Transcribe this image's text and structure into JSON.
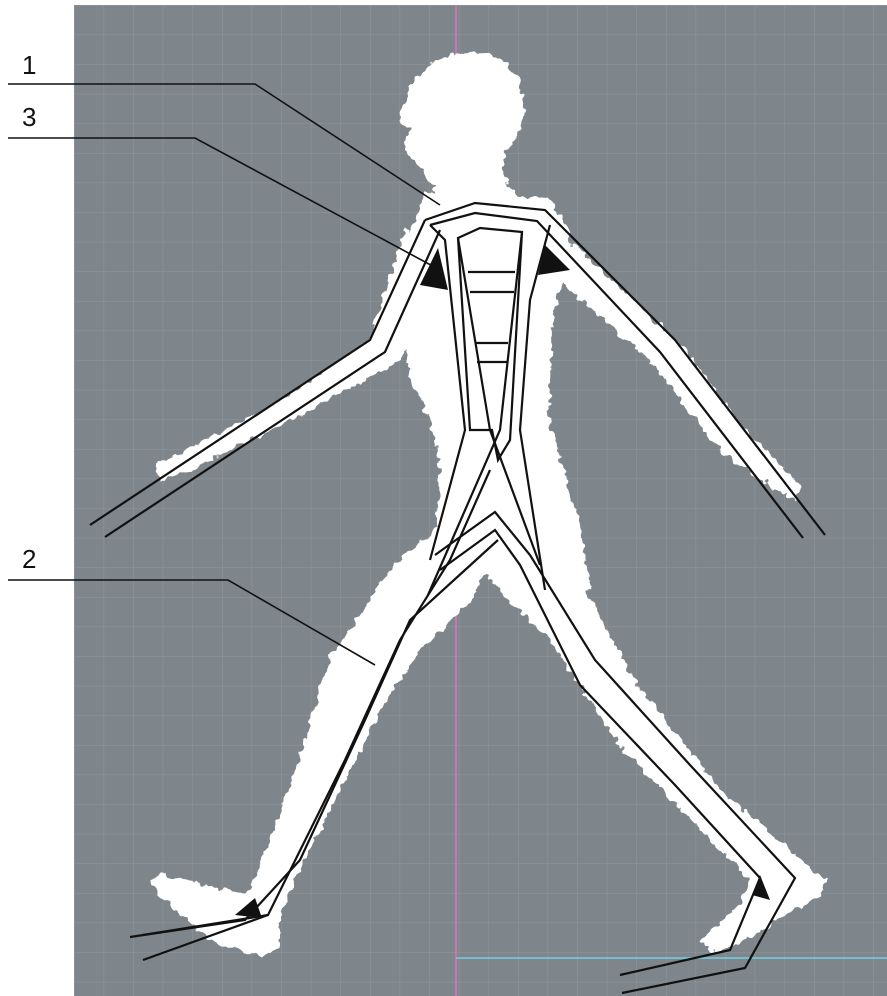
{
  "figure": {
    "callouts": [
      {
        "id": "callout-1",
        "label": "1"
      },
      {
        "id": "callout-3",
        "label": "3"
      },
      {
        "id": "callout-2",
        "label": "2"
      }
    ],
    "colors": {
      "viewport_background": "#7f868b",
      "grid": "#8f979c",
      "body_silhouette": "#ffffff",
      "skeleton_lines": "#111111",
      "vertical_axis": "#e070c0",
      "ground_line": "#70d0e8"
    }
  }
}
